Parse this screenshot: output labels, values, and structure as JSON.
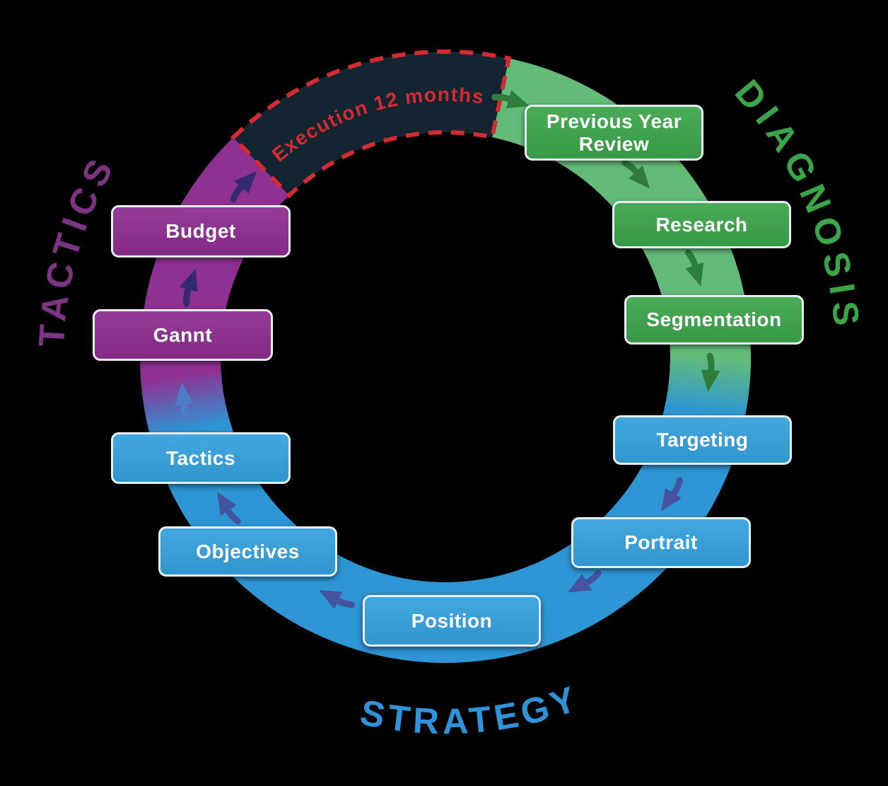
{
  "diagram": {
    "type": "marketing-planning-cycle",
    "flow_direction": "clockwise"
  },
  "palette": {
    "background": "#000000",
    "ring_green": "#63bb79",
    "ring_blue": "#2e96d4",
    "ring_purple": "#8e3192",
    "box_green": "#3ca44b",
    "box_blue": "#35a1dd",
    "box_purple": "#8c2d90",
    "arrow_green": "#2f7d3b",
    "arrow_indigo": "#44549e",
    "arrow_mid_blue": "#4d7ec5",
    "arrow_purple": "#352a6e",
    "execution_fill": "#132530",
    "execution_red": "#d42b33",
    "label_green": "#3aa648",
    "label_blue": "#2e93d8",
    "label_purple": "#7d3483",
    "box_border": "#e9eef4",
    "box_text": "#ffffff"
  },
  "execution": {
    "label": "Execution 12 months"
  },
  "sections": {
    "diagnosis": {
      "label": "DIAGNOSIS"
    },
    "strategy": {
      "label": "STRATEGY"
    },
    "tactics": {
      "label": "TACTICS"
    }
  },
  "steps": [
    {
      "id": "previous-year-review",
      "label": "Previous Year Review",
      "section": "diagnosis"
    },
    {
      "id": "research",
      "label": "Research",
      "section": "diagnosis"
    },
    {
      "id": "segmentation",
      "label": "Segmentation",
      "section": "diagnosis"
    },
    {
      "id": "targeting",
      "label": "Targeting",
      "section": "strategy"
    },
    {
      "id": "portrait",
      "label": "Portrait",
      "section": "strategy"
    },
    {
      "id": "position",
      "label": "Position",
      "section": "strategy"
    },
    {
      "id": "objectives",
      "label": "Objectives",
      "section": "strategy"
    },
    {
      "id": "tactics",
      "label": "Tactics",
      "section": "strategy"
    },
    {
      "id": "gannt",
      "label": "Gannt",
      "section": "tactics"
    },
    {
      "id": "budget",
      "label": "Budget",
      "section": "tactics"
    }
  ]
}
